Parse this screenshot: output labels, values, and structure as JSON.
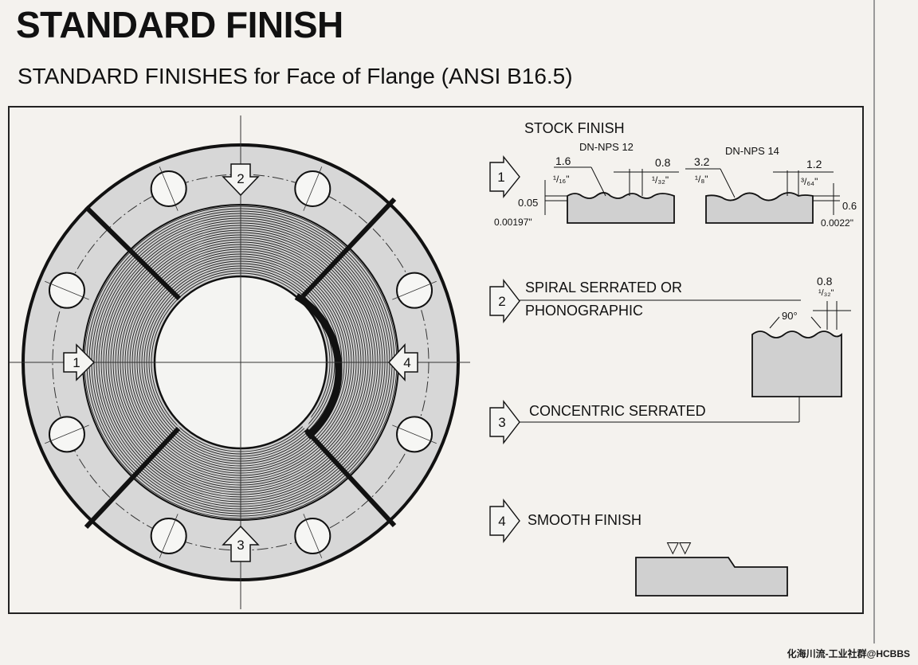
{
  "header": {
    "title": "STANDARD FINISH",
    "subtitle": "STANDARD FINISHES for Face of Flange (ANSI B16.5)"
  },
  "flange": {
    "sector_numbers": [
      "1",
      "2",
      "3",
      "4"
    ]
  },
  "finishes": {
    "stock": {
      "number": "1",
      "label": "STOCK FINISH",
      "left": {
        "dn_nps": "DN-NPS  12",
        "a_mm": "1.6",
        "a_in": "¹/₁₆\"",
        "b_mm": "0.8",
        "b_in": "¹/₃₂\"",
        "depth_mm": "0.05",
        "depth_in": "0.00197\""
      },
      "right": {
        "dn_nps": "DN-NPS  14",
        "a_mm": "3.2",
        "a_in": "¹/₈\"",
        "b_mm": "1.2",
        "b_in": "³/₆₄\"",
        "depth_mm": "0.6",
        "depth_in": "0.0022\""
      }
    },
    "spiral": {
      "number": "2",
      "label_line1": "SPIRAL SERRATED OR",
      "label_line2": "PHONOGRAPHIC",
      "pitch_mm": "0.8",
      "pitch_in": "¹/₃₂\"",
      "angle": "90°"
    },
    "concentric": {
      "number": "3",
      "label": "CONCENTRIC SERRATED"
    },
    "smooth": {
      "number": "4",
      "label": "SMOOTH FINISH",
      "symbol": "▽▽"
    }
  },
  "watermark": "化海川流-工业社群@HCBBS"
}
